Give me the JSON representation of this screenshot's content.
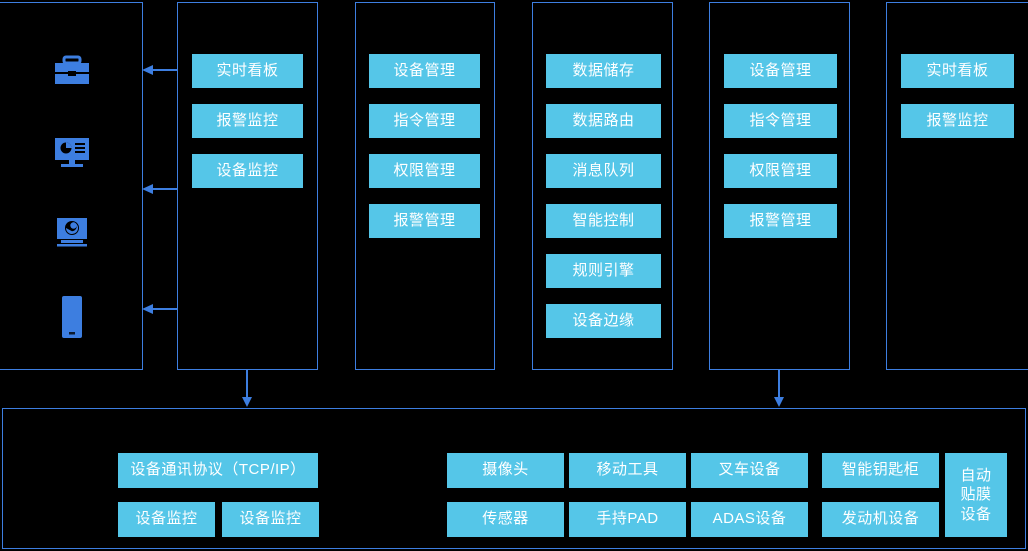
{
  "theme": {
    "background": "#000000",
    "panel_border": "#3d7ee0",
    "box_fill": "#55c6e8",
    "box_text": "#ffffff",
    "icon_color": "#3d7ee0",
    "arrow_color": "#3d7ee0"
  },
  "diagram": {
    "title": "",
    "columns": [
      {
        "name": "clients-column",
        "icons": [
          {
            "name": "briefcase-icon",
            "label": "briefcase-icon"
          },
          {
            "name": "desktop-monitor-chart-icon",
            "label": "desktop-monitor-chart-icon"
          },
          {
            "name": "camera-icon",
            "label": "camera-icon"
          },
          {
            "name": "mobile-phone-icon",
            "label": "mobile-phone-icon"
          }
        ],
        "boxes": []
      },
      {
        "name": "monitoring-column",
        "boxes": [
          {
            "label": "实时看板"
          },
          {
            "label": "报警监控"
          },
          {
            "label": "设备监控"
          }
        ]
      },
      {
        "name": "management-column",
        "boxes": [
          {
            "label": "设备管理"
          },
          {
            "label": "指令管理"
          },
          {
            "label": "权限管理"
          },
          {
            "label": "报警管理"
          }
        ]
      },
      {
        "name": "platform-column",
        "boxes": [
          {
            "label": "数据储存"
          },
          {
            "label": "数据路由"
          },
          {
            "label": "消息队列"
          },
          {
            "label": "智能控制"
          },
          {
            "label": "规则引擎"
          },
          {
            "label": "设备边缘"
          }
        ]
      },
      {
        "name": "management-column-2",
        "boxes": [
          {
            "label": "设备管理"
          },
          {
            "label": "指令管理"
          },
          {
            "label": "权限管理"
          },
          {
            "label": "报警管理"
          }
        ]
      },
      {
        "name": "monitoring-column-2",
        "boxes": [
          {
            "label": "实时看板"
          },
          {
            "label": "报警监控"
          }
        ]
      }
    ],
    "arrows": [
      {
        "name": "arrow-to-clients-1",
        "direction": "left"
      },
      {
        "name": "arrow-to-clients-2",
        "direction": "left"
      },
      {
        "name": "arrow-to-clients-3",
        "direction": "left"
      },
      {
        "name": "arrow-to-devices-1",
        "direction": "down"
      },
      {
        "name": "arrow-to-devices-2",
        "direction": "down"
      }
    ],
    "bottom": {
      "name": "device-layer",
      "protocol_group": {
        "protocol_box": {
          "label": "设备通讯协议（TCP/IP）"
        },
        "sub_boxes": [
          {
            "label": "设备监控"
          },
          {
            "label": "设备监控"
          }
        ]
      },
      "device_row_1": [
        {
          "label": "摄像头"
        },
        {
          "label": "移动工具"
        },
        {
          "label": "叉车设备"
        },
        {
          "label": "智能钥匙柜"
        }
      ],
      "device_row_2": [
        {
          "label": "传感器"
        },
        {
          "label": "手持PAD"
        },
        {
          "label": "ADAS设备"
        },
        {
          "label": "发动机设备"
        }
      ],
      "tall_box": {
        "label": "自动\n贴膜\n设备"
      }
    }
  }
}
